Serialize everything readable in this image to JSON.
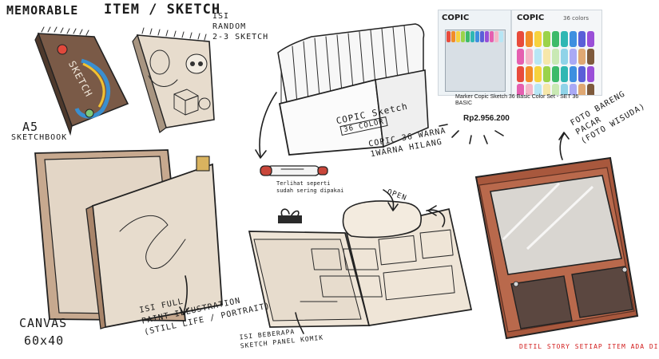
{
  "header": {
    "title_left": "MEMORABLE",
    "title_right": "ITEM / SKETCH"
  },
  "sketchbook": {
    "note": "ISI\nRANDOM\n2-3 SKETCH",
    "cover_text": "SKETCH",
    "size_label": "A5",
    "type_label": "SKETCHBOOK"
  },
  "markers": {
    "box_line1": "COPIC Sketch",
    "box_line2": "36 COLOR",
    "note": "COPIC 36 WARNA\n1WARNA HILANG",
    "used_note": "Terlihat seperti\nsudah sering dipakai"
  },
  "product": {
    "brand": "COPIC",
    "box_text": "36 colors",
    "name": "Marker Copic Sketch 36 Basic Color Set - SET 36 BASIC",
    "price": "Rp2.956.200"
  },
  "canvas": {
    "name": "CANVAS",
    "size": "60x40",
    "note": "ISI FULL\nPAINT ILLUSTRATION\n(STILL LIFE / PORTRAIT)"
  },
  "comic": {
    "open_label": "OPEN",
    "note": "ISI BEBERAPA\nSKETCH PANEL KOMIK"
  },
  "frame": {
    "note": "FOTO BARENG\nPACAR\n(FOTO WISUDA)"
  },
  "footer": {
    "note": "DETIL STORY SETIAP ITEM ADA DI FIGMA"
  },
  "colors": {
    "paper": "#e7dccd",
    "cover": "#7a5a47",
    "wood": "#a8583d",
    "wood_dark": "#6e3b2a",
    "note_red": "#d21c1c",
    "marker_cap": "#c9463a"
  },
  "product_swatches": [
    "#e84b3c",
    "#f28c28",
    "#f7d23e",
    "#9bd34a",
    "#3dbb6a",
    "#2fb7b3",
    "#3d8fe0",
    "#5a5fd8",
    "#9a4fd8",
    "#e55fb0",
    "#f5b6c8",
    "#b7e6f5",
    "#f6e7a9",
    "#c9e9b4",
    "#8fd3e8",
    "#a9a9f5",
    "#e0a873",
    "#7e5a3c"
  ]
}
